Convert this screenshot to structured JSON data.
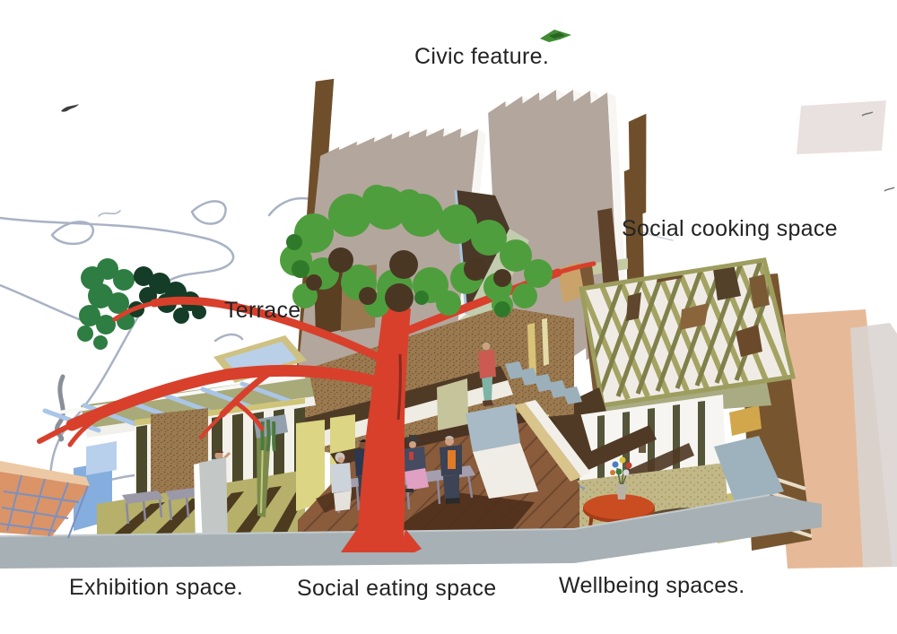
{
  "scene": {
    "type": "architectural-sectional-collage",
    "background": "#ffffff",
    "description_elements": [
      "red-tree",
      "branch-foliage",
      "sketch-outlines",
      "civic-towers",
      "central-ramp",
      "cooking-roof-trusses",
      "exhibition-pavilion",
      "eating-deck",
      "wellbeing-room",
      "right-buildings",
      "ground-plane",
      "terracotta-grid",
      "birds",
      "people",
      "tables",
      "orange-coffee-table",
      "flower-vase",
      "planter-plant"
    ]
  },
  "annotations": [
    {
      "id": "civic-feature",
      "text": "Civic feature."
    },
    {
      "id": "social-cooking",
      "text": "Social cooking space"
    },
    {
      "id": "terrace",
      "text": "Terrace"
    },
    {
      "id": "exhibition",
      "text": "Exhibition space."
    },
    {
      "id": "social-eating",
      "text": "Social eating space"
    },
    {
      "id": "wellbeing",
      "text": "Wellbeing spaces."
    }
  ],
  "palette": {
    "tree_red": "#d8402c",
    "canopy_green": "#4f9e3d",
    "dark_foliage": "#143c26",
    "fin_taupe": "#b3a69d",
    "timber_brown": "#6f4f2b",
    "rafter_olive": "#a3a261",
    "ground_gray": "#a6b0b5",
    "terracotta": "#da9468",
    "sky_blue": "#a9c6e8",
    "peach": "#e6ba98",
    "table_orange": "#c94d20",
    "label_text": "#232323"
  }
}
